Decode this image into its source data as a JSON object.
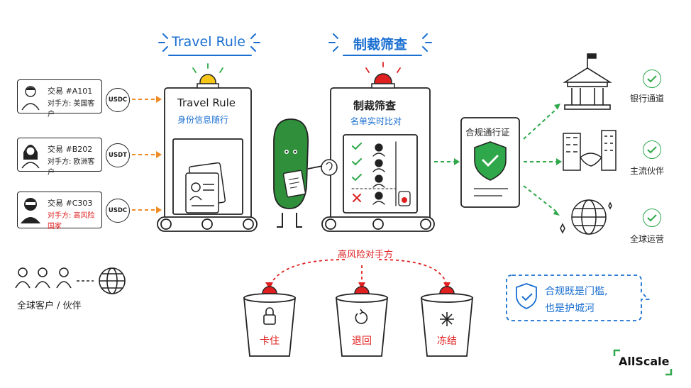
{
  "headers": {
    "travel_rule": "Travel Rule",
    "sanctions": "制裁筛查"
  },
  "transactions": [
    {
      "title": "交易 #A101",
      "counterparty": "对手方: 美国客户",
      "coin": "USDC",
      "risk": false
    },
    {
      "title": "交易 #B202",
      "counterparty": "对手方: 欧洲客户",
      "coin": "USDT",
      "risk": false
    },
    {
      "title": "交易 #C303",
      "counterparty": "对手方: 高风险国家",
      "coin": "USDC",
      "risk": true
    }
  ],
  "travel_gate": {
    "title": "Travel Rule",
    "subtitle": "身份信息随行"
  },
  "sanction_gate": {
    "title": "制裁筛查",
    "subtitle": "名单实时比对"
  },
  "pass": {
    "title": "合规通行证"
  },
  "outputs": [
    {
      "label": "银行通道",
      "icon": "bank-icon"
    },
    {
      "label": "主流伙伴",
      "icon": "handshake-icon"
    },
    {
      "label": "全球运营",
      "icon": "globe-icon"
    }
  ],
  "high_risk": {
    "label": "高风险对手方",
    "bins": [
      {
        "label": "卡住",
        "icon": "lock-icon"
      },
      {
        "label": "退回",
        "icon": "return-icon"
      },
      {
        "label": "冻结",
        "icon": "snowflake-icon"
      }
    ]
  },
  "customers": {
    "label": "全球客户 / 伙伴"
  },
  "quote": {
    "line1": "合规既是门槛,",
    "line2": "也是护城河"
  },
  "brand": {
    "name": "AllScale",
    "accent": "#2ea84a"
  },
  "colors": {
    "blue": "#1a6fd1",
    "red": "#e02020",
    "green": "#2ea84a",
    "orange": "#f08a24"
  }
}
